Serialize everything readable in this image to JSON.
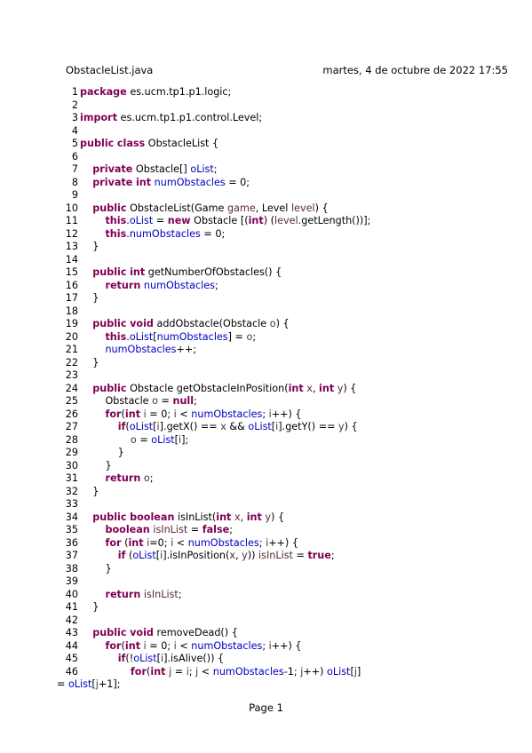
{
  "header": {
    "filename": "ObstacleList.java",
    "date": "martes, 4 de octubre de 2022 17:55"
  },
  "lines": [
    {
      "n": "1",
      "code": "[[package]] es.ucm.tp1.p1.logic;"
    },
    {
      "n": "2",
      "code": ""
    },
    {
      "n": "3",
      "code": "[[import]] es.ucm.tp1.p1.control.Level;"
    },
    {
      "n": "4",
      "code": ""
    },
    {
      "n": "5",
      "code": "[[public]] [[class]] ObstacleList {"
    },
    {
      "n": "6",
      "code": ""
    },
    {
      "n": "7",
      "code": "    [[private]] Obstacle[] {{oList}};"
    },
    {
      "n": "8",
      "code": "    [[private]] [[int]] {{numObstacles}} = 0;"
    },
    {
      "n": "9",
      "code": ""
    },
    {
      "n": "10",
      "code": "    [[public]] ObstacleList(Game ((game)), Level ((level))) {"
    },
    {
      "n": "11",
      "code": "        [[this]].{{oList}} = [[new]] Obstacle [([[int]]) (((level)).getLength())];"
    },
    {
      "n": "12",
      "code": "        [[this]].{{numObstacles}} = 0;"
    },
    {
      "n": "13",
      "code": "    }"
    },
    {
      "n": "14",
      "code": ""
    },
    {
      "n": "15",
      "code": "    [[public]] [[int]] getNumberOfObstacles() {"
    },
    {
      "n": "16",
      "code": "        [[return]] {{numObstacles}};"
    },
    {
      "n": "17",
      "code": "    }"
    },
    {
      "n": "18",
      "code": ""
    },
    {
      "n": "19",
      "code": "    [[public]] [[void]] addObstacle(Obstacle ((o))) {"
    },
    {
      "n": "20",
      "code": "        [[this]].{{oList}}[{{numObstacles}}] = ((o));"
    },
    {
      "n": "21",
      "code": "        {{numObstacles}}++;"
    },
    {
      "n": "22",
      "code": "    }"
    },
    {
      "n": "23",
      "code": ""
    },
    {
      "n": "24",
      "code": "    [[public]] Obstacle getObstacleInPosition([[int]] ((x)), [[int]] ((y))) {"
    },
    {
      "n": "25",
      "code": "        Obstacle ((o)) = [[null]];"
    },
    {
      "n": "26",
      "code": "        [[for]]([[int]] ((i)) = 0; ((i)) < {{numObstacles}}; ((i))++) {"
    },
    {
      "n": "27",
      "code": "            [[if]]({{oList}}[((i))].getX() == ((x)) && {{oList}}[((i))].getY() == ((y))) {"
    },
    {
      "n": "28",
      "code": "                ((o)) = {{oList}}[((i))];"
    },
    {
      "n": "29",
      "code": "            }"
    },
    {
      "n": "30",
      "code": "        }"
    },
    {
      "n": "31",
      "code": "        [[return]] ((o));"
    },
    {
      "n": "32",
      "code": "    }"
    },
    {
      "n": "33",
      "code": ""
    },
    {
      "n": "34",
      "code": "    [[public]] [[boolean]] isInList([[int]] ((x)), [[int]] ((y))) {"
    },
    {
      "n": "35",
      "code": "        [[boolean]] ((isInList)) = [[false]];"
    },
    {
      "n": "36",
      "code": "        [[for]] ([[int]] ((i))=0; ((i)) < {{numObstacles}}; ((i))++) {"
    },
    {
      "n": "37",
      "code": "            [[if]] ({{oList}}[((i))].isInPosition(((x)), ((y)))) ((isInList)) = [[true]];"
    },
    {
      "n": "38",
      "code": "        }"
    },
    {
      "n": "39",
      "code": ""
    },
    {
      "n": "40",
      "code": "        [[return]] ((isInList));"
    },
    {
      "n": "41",
      "code": "    }"
    },
    {
      "n": "42",
      "code": ""
    },
    {
      "n": "43",
      "code": "    [[public]] [[void]] removeDead() {"
    },
    {
      "n": "44",
      "code": "        [[for]]([[int]] ((i)) = 0; ((i)) < {{numObstacles}}; ((i))++) {"
    },
    {
      "n": "45",
      "code": "            [[if]](!{{oList}}[((i))].isAlive()) {"
    },
    {
      "n": "46",
      "code": "                [[for]]([[int]] ((j)) = ((i)); ((j)) < {{numObstacles}}-1; ((j))++) {{oList}}[((j))]"
    },
    {
      "n": "",
      "code": "= {{oList}}[((j))+1];"
    }
  ],
  "footer": {
    "page_label": "Page 1"
  },
  "colors": {
    "keyword": "#7f0055",
    "field": "#0000c0",
    "param": "#5a2a3a"
  }
}
